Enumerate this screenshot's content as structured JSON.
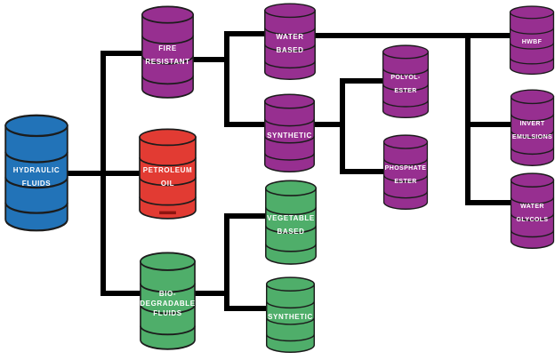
{
  "diagram": {
    "type": "flowchart",
    "palette": {
      "blue": "#2273b8",
      "purple": "#972f90",
      "red": "#e23b33",
      "green": "#4fae6a",
      "outline": "#1c1c1c",
      "connector": "#000000",
      "label_text": "#ffffff"
    },
    "nodes": {
      "hydraulic_fluids": {
        "lines": [
          "HYDRAULIC",
          "FLUIDS"
        ],
        "color_key": "blue"
      },
      "fire_resistant": {
        "lines": [
          "FIRE",
          "RESISTANT"
        ],
        "color_key": "purple"
      },
      "petroleum_oil": {
        "lines": [
          "PETROLEUM",
          "OIL"
        ],
        "color_key": "red"
      },
      "bio_degradable_fluids": {
        "lines": [
          "BIO-",
          "DEGRADABLE",
          "FLUIDS"
        ],
        "color_key": "green"
      },
      "water_based": {
        "lines": [
          "WATER",
          "BASED"
        ],
        "color_key": "purple"
      },
      "synthetic_fire_resistant": {
        "lines": [
          "SYNTHETIC"
        ],
        "color_key": "purple"
      },
      "polyol_ester": {
        "lines": [
          "POLYOL-",
          "ESTER"
        ],
        "color_key": "purple"
      },
      "phosphate_ester": {
        "lines": [
          "PHOSPHATE",
          "ESTER"
        ],
        "color_key": "purple"
      },
      "hwbf": {
        "lines": [
          "HWBF"
        ],
        "color_key": "purple"
      },
      "invert_emulsions": {
        "lines": [
          "INVERT",
          "EMULSIONS"
        ],
        "color_key": "purple"
      },
      "water_glycols": {
        "lines": [
          "WATER",
          "GLYCOLS"
        ],
        "color_key": "purple"
      },
      "vegetable_based": {
        "lines": [
          "VEGETABLE",
          "BASED"
        ],
        "color_key": "green"
      },
      "synthetic_biodegradable": {
        "lines": [
          "SYNTHETIC"
        ],
        "color_key": "green"
      }
    },
    "edges": [
      {
        "from": "hydraulic_fluids",
        "to": "fire_resistant"
      },
      {
        "from": "hydraulic_fluids",
        "to": "petroleum_oil"
      },
      {
        "from": "hydraulic_fluids",
        "to": "bio_degradable_fluids"
      },
      {
        "from": "fire_resistant",
        "to": "water_based"
      },
      {
        "from": "fire_resistant",
        "to": "synthetic_fire_resistant"
      },
      {
        "from": "water_based",
        "to": "hwbf"
      },
      {
        "from": "water_based",
        "to": "invert_emulsions"
      },
      {
        "from": "water_based",
        "to": "water_glycols"
      },
      {
        "from": "synthetic_fire_resistant",
        "to": "polyol_ester"
      },
      {
        "from": "synthetic_fire_resistant",
        "to": "phosphate_ester"
      },
      {
        "from": "bio_degradable_fluids",
        "to": "vegetable_based"
      },
      {
        "from": "bio_degradable_fluids",
        "to": "synthetic_biodegradable"
      }
    ]
  }
}
